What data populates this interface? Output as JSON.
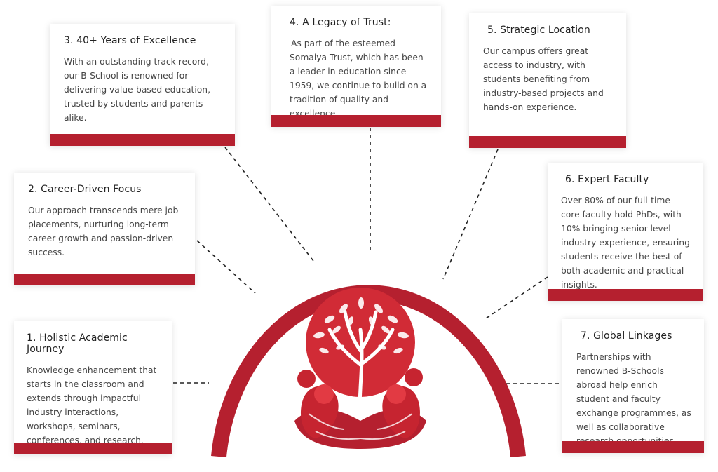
{
  "colors": {
    "accent": "#b5202f",
    "accent_light": "#e23a43",
    "text": "#444444"
  },
  "emblem": {
    "icon": "tree-of-people-emblem"
  },
  "cards": [
    {
      "id": "holistic",
      "title": "1. Holistic Academic Journey",
      "body": "Knowledge enhancement that starts in the classroom and extends through impactful industry interactions, workshops, seminars, conferences, and research."
    },
    {
      "id": "career",
      "title": "2. Career-Driven Focus",
      "body": "Our approach transcends mere job placements, nurturing long-term career growth and passion-driven success."
    },
    {
      "id": "years",
      "title": "3. 40+ Years of Excellence",
      "body": "With an outstanding track record, our B-School is renowned for delivering value-based education, trusted by students and parents alike."
    },
    {
      "id": "legacy",
      "title": "4. A Legacy of Trust:",
      "body": "As part of the esteemed Somaiya Trust, which has been a leader in education since 1959, we continue to build on a tradition of quality and excellence."
    },
    {
      "id": "location",
      "title": "5. Strategic Location",
      "body": "Our campus offers great access to industry, with students benefiting from industry-based projects and hands-on experience."
    },
    {
      "id": "faculty",
      "title": "6. Expert Faculty",
      "body": "Over 80% of our full-time core faculty hold PhDs, with 10% bringing senior-level industry experience, ensuring students receive the best of both academic and practical insights."
    },
    {
      "id": "linkages",
      "title": "7. Global Linkages",
      "body": "Partnerships with renowned B-Schools abroad help enrich student and faculty exchange programmes, as well as collaborative research opportunities."
    }
  ]
}
